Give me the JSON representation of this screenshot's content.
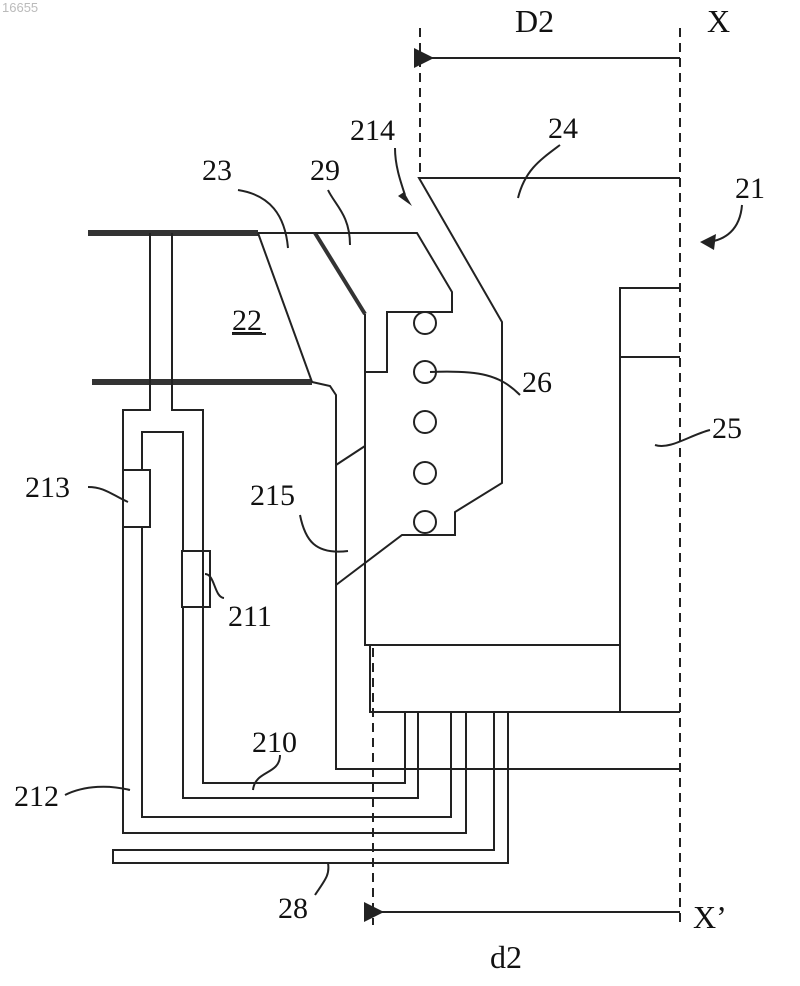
{
  "doc_id": "16655",
  "labels": {
    "D2": "D2",
    "X": "X",
    "214": "214",
    "24": "24",
    "21": "21",
    "23": "23",
    "29": "29",
    "22": "22",
    "26": "26",
    "25": "25",
    "213": "213",
    "215": "215",
    "211": "211",
    "210": "210",
    "212": "212",
    "28": "28",
    "Xp": "X’",
    "d2": "d2"
  }
}
